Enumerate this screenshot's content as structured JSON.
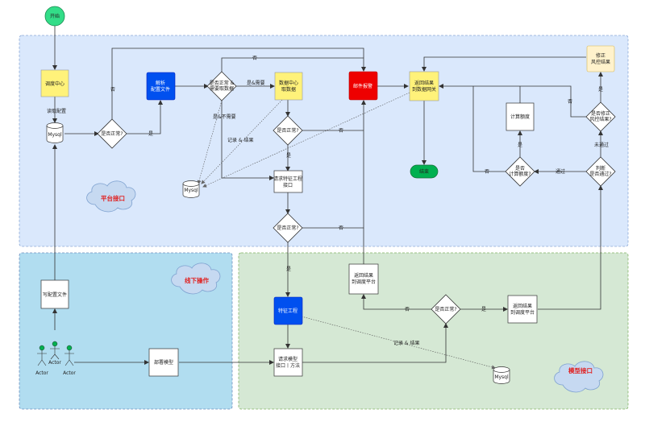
{
  "zones": {
    "platform": {
      "label": "平台接口"
    },
    "offline": {
      "label": "线下操作"
    },
    "model": {
      "label": "模型接口"
    }
  },
  "nodes": {
    "start": "开始",
    "scheduler": "调度中心",
    "read_config": "读取配置",
    "mysql_top": "Mysql",
    "check_normal_1": "是否正常?",
    "parse_config": [
      "解析",
      "配置文件"
    ],
    "need_fetch": [
      "是否正常 &",
      "需要取数据"
    ],
    "data_center": [
      "数据中心",
      "取数据"
    ],
    "check_normal_2": "是否正常?",
    "req_feature": [
      "请求特征工程",
      "接口"
    ],
    "check_normal_3": "是否正常?",
    "mysql_mid": "Mysql",
    "mail_alert": "邮件报警",
    "return_gateway": [
      "返回结果",
      "到数据网关"
    ],
    "end": "结束",
    "fix_risk": [
      "修正",
      "风控结果"
    ],
    "check_fix": [
      "是否修正",
      "风控结果?"
    ],
    "calc_quota": "计算额度",
    "check_calc": [
      "是否",
      "计算额度?"
    ],
    "judge_pass": [
      "判断",
      "是否通过?"
    ],
    "write_config": "写配置文件",
    "deploy_model": "部署模型",
    "feature_eng": "特征工程",
    "req_model": [
      "请求模型",
      "接口丨方法"
    ],
    "return_sched_1": [
      "返回结果",
      "到调度平台"
    ],
    "check_normal_4": "是否正常?",
    "return_sched_2": [
      "返回结果",
      "到调度平台"
    ],
    "mysql_bottom": "Mysql"
  },
  "actors": [
    "Actor",
    "Actor",
    "Actor"
  ],
  "edge_labels": {
    "no": "否",
    "yes": "是",
    "yes_need": "是&需要",
    "yes_no_need": "是&不需要",
    "record_result": "记录 & 结果",
    "pass": "通过",
    "not_pass": "未通过"
  }
}
